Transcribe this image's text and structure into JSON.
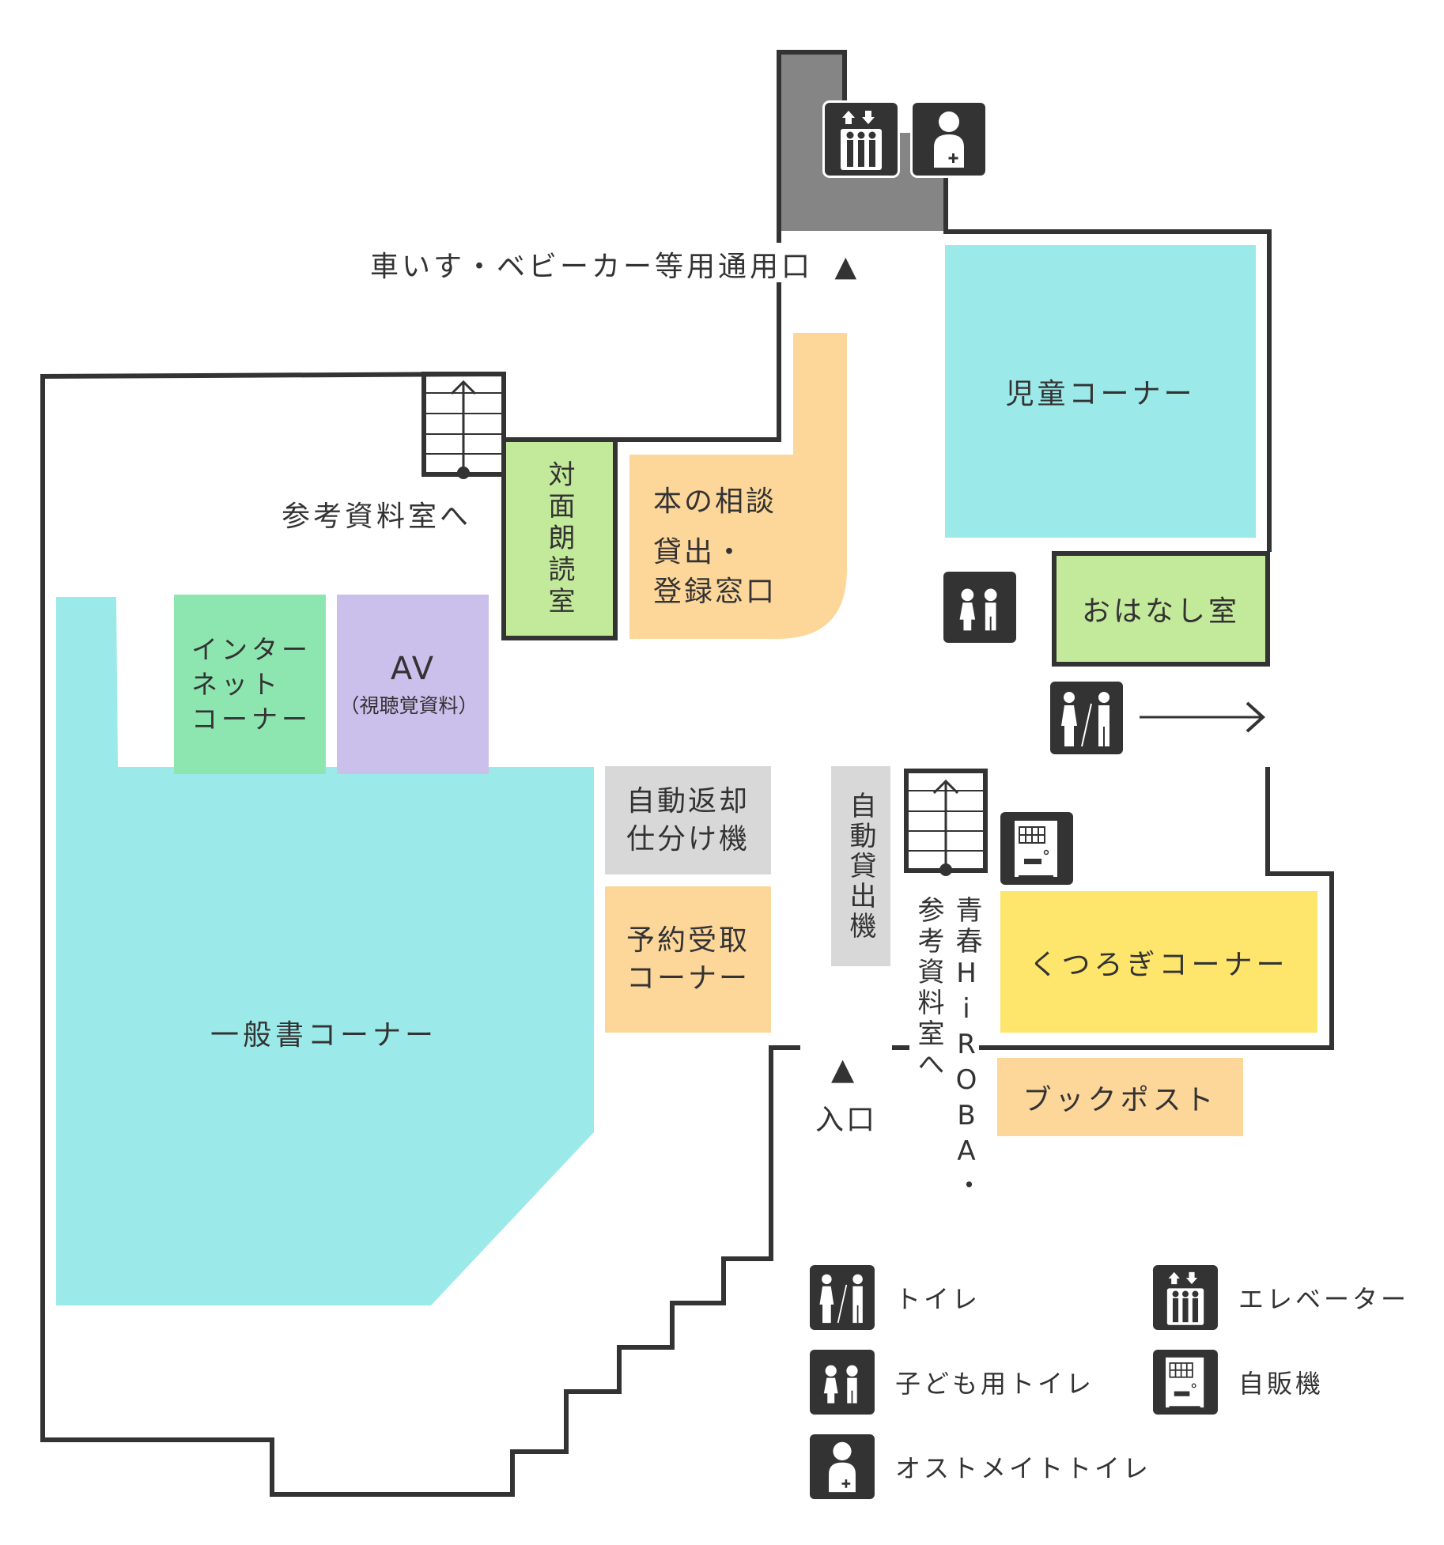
{
  "colors": {
    "wall": "#333333",
    "shaft": "#858585",
    "cyan": "#9beae9",
    "light_green": "#c3e99a",
    "mint_green": "#8de6b0",
    "lavender": "#cbbfeb",
    "peach": "#fdd69a",
    "grey_machine": "#d8d8d8",
    "yellow": "#fee56c"
  },
  "labels": {
    "wheelchair_entrance": "車いす・ベビーカー等用通用口",
    "wheelchair_arrow": "▲",
    "to_reference_room_top": "参考資料室へ",
    "entrance": "入口",
    "entrance_arrow": "▲",
    "to_seishun_col1": "青春HiROBA・",
    "to_seishun_col2": "参考資料室へ"
  },
  "zones": {
    "children": "児童コーナー",
    "ohanashi": "おはなし室",
    "reading_room": "対面朗読室",
    "consult_line1": "本の相談",
    "consult_line2": "貸出・",
    "consult_line3": "登録窓口",
    "internet_line1": "インター",
    "internet_line2": "ネット",
    "internet_line3": "コーナー",
    "av_title": "AV",
    "av_sub": "（視聴覚資料）",
    "general": "一般書コーナー",
    "auto_return_line1": "自動返却",
    "auto_return_line2": "仕分け機",
    "reservation_line1": "予約受取",
    "reservation_line2": "コーナー",
    "auto_lending": "自動貸出機",
    "relax": "くつろぎコーナー",
    "bookpost": "ブックポスト"
  },
  "legend": {
    "items": [
      {
        "icon": "restroom-icon",
        "label": "トイレ"
      },
      {
        "icon": "elevator-icon",
        "label": "エレベーター"
      },
      {
        "icon": "kids-restroom-icon",
        "label": "子ども用トイレ"
      },
      {
        "icon": "vending-machine-icon",
        "label": "自販機"
      },
      {
        "icon": "ostomate-restroom-icon",
        "label": "オストメイトトイレ"
      }
    ]
  }
}
